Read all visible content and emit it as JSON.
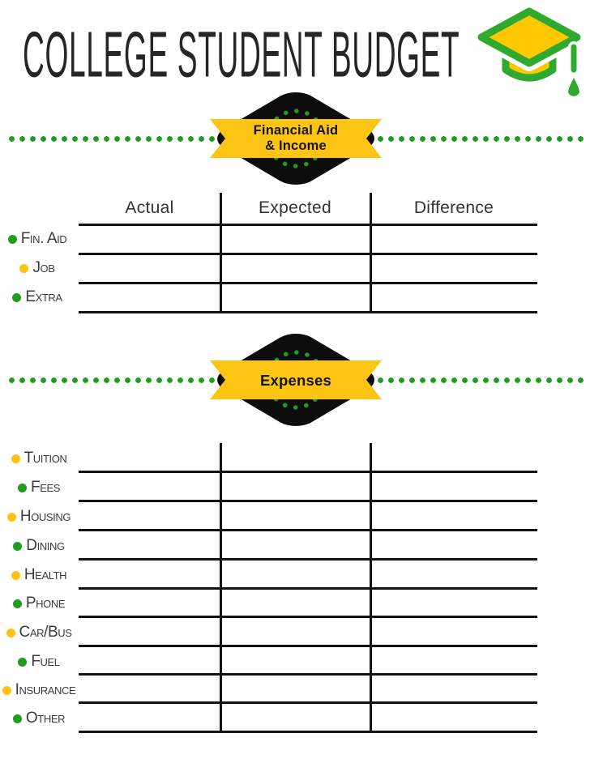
{
  "title": "COLLEGE STUDENT BUDGET",
  "header_icon": "graduation-cap-icon",
  "colors": {
    "green": "#1f9d1f",
    "ribbon_yellow": "#fdc513",
    "bullet_yellow": "#ffc30f",
    "cap_green": "#2faa2f",
    "cap_yellow": "#ffc800",
    "diamond_black": "#0d0d0d"
  },
  "income": {
    "badge": {
      "line1": "Financial Aid",
      "line2": "& Income"
    },
    "columns": [
      "Actual",
      "Expected",
      "Difference"
    ],
    "rows": [
      {
        "label": "Fin. Aid",
        "bullet": "green"
      },
      {
        "label": "Job",
        "bullet": "yellow"
      },
      {
        "label": "Extra",
        "bullet": "green"
      }
    ]
  },
  "expenses": {
    "badge": {
      "line1": "Expenses"
    },
    "rows": [
      {
        "label": "Tuition",
        "bullet": "yellow"
      },
      {
        "label": "Fees",
        "bullet": "green"
      },
      {
        "label": "Housing",
        "bullet": "yellow"
      },
      {
        "label": "Dining",
        "bullet": "green"
      },
      {
        "label": "Health",
        "bullet": "yellow"
      },
      {
        "label": "Phone",
        "bullet": "green"
      },
      {
        "label": "Car/Bus",
        "bullet": "yellow"
      },
      {
        "label": "Fuel",
        "bullet": "green"
      },
      {
        "label": "Insurance",
        "bullet": "yellow"
      },
      {
        "label": "Other",
        "bullet": "green"
      }
    ]
  }
}
